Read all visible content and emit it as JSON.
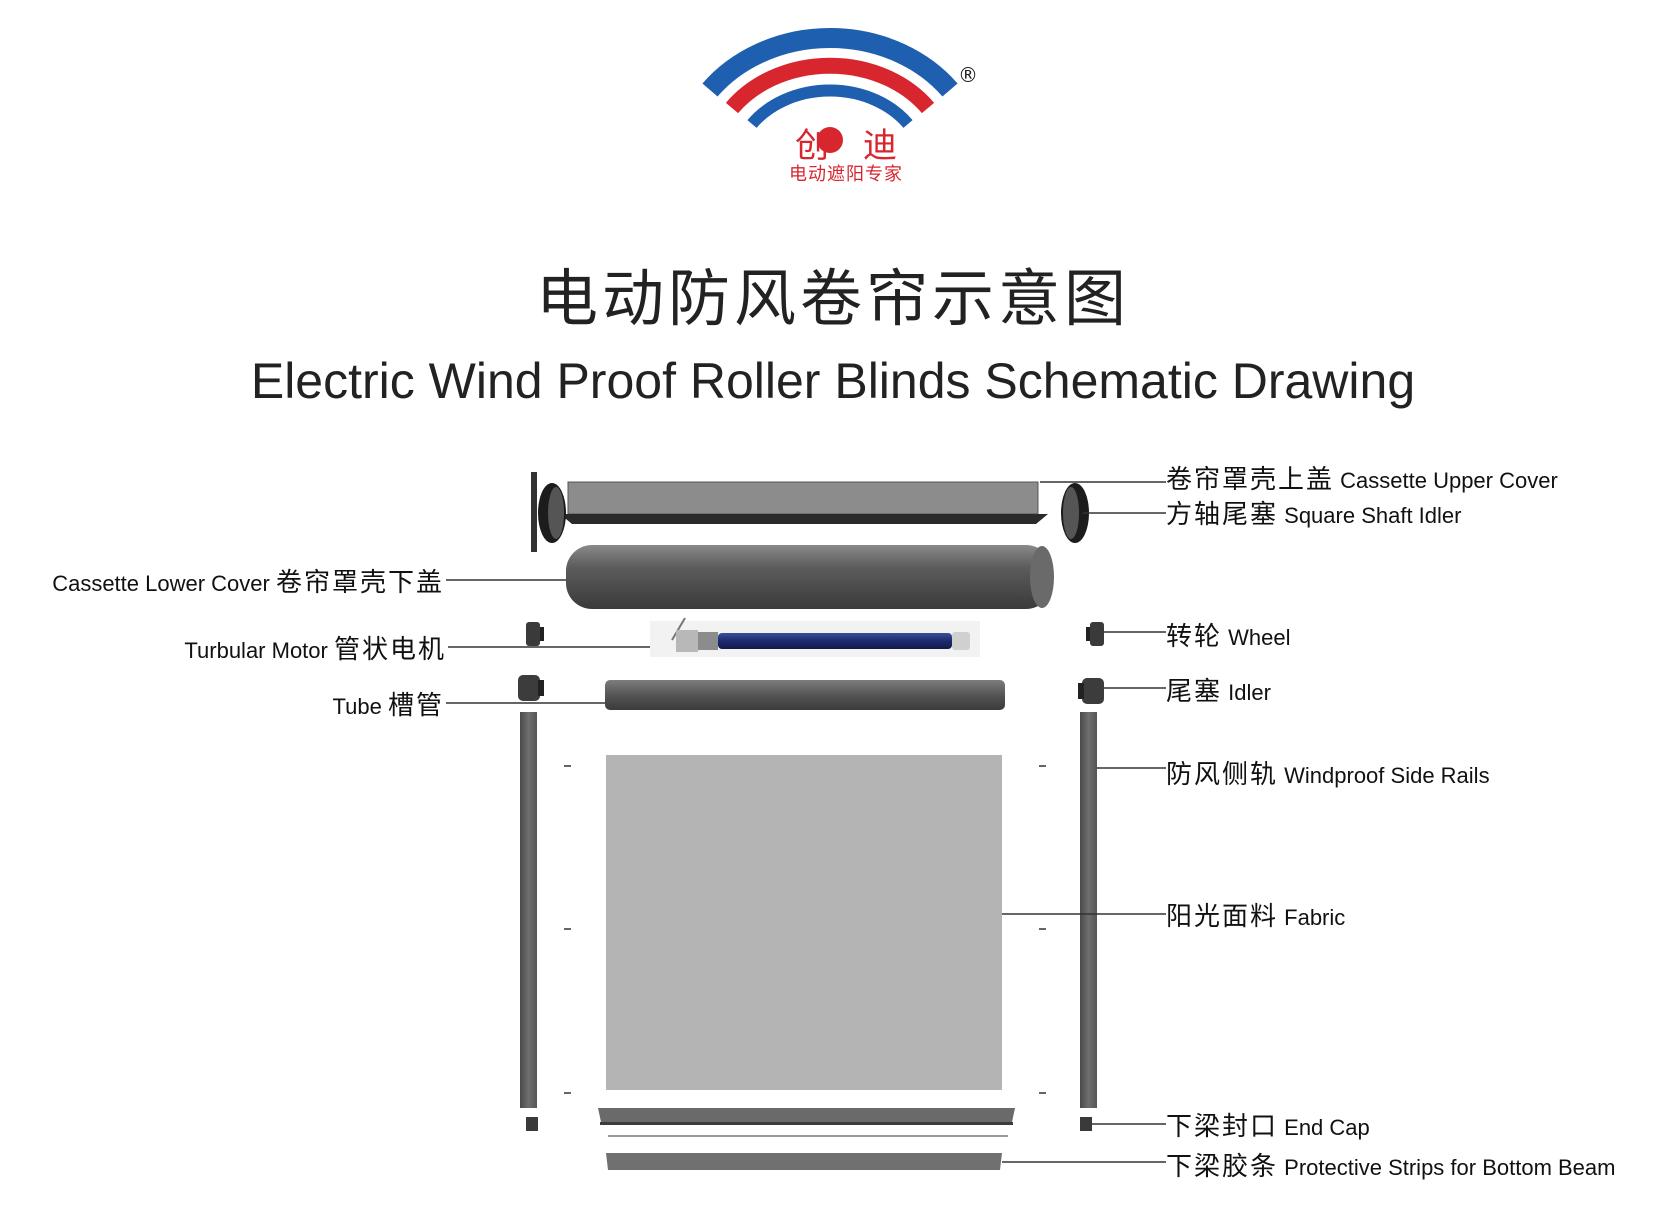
{
  "logo": {
    "chars_left": "创",
    "chars_right": "迪",
    "registered": "®",
    "tagline": "电动遮阳专家",
    "colors": {
      "blue": "#1e5fb0",
      "red": "#d8262e"
    }
  },
  "title": {
    "zh": "电动防风卷帘示意图",
    "en": "Electric Wind Proof Roller Blinds Schematic Drawing"
  },
  "labels": {
    "cassette_upper_cover": {
      "zh": "卷帘罩壳上盖",
      "en": "Cassette Upper Cover"
    },
    "square_shaft_idler": {
      "zh": "方轴尾塞",
      "en": "Square Shaft Idler"
    },
    "cassette_lower_cover": {
      "zh": "卷帘罩壳下盖",
      "en": "Cassette Lower Cover"
    },
    "turbular_motor": {
      "zh": "管状电机",
      "en": "Turbular Motor"
    },
    "tube": {
      "zh": "槽管",
      "en": "Tube"
    },
    "wheel": {
      "zh": "转轮",
      "en": "Wheel"
    },
    "idler": {
      "zh": "尾塞",
      "en": "Idler"
    },
    "side_rails": {
      "zh": "防风侧轨",
      "en": "Windproof Side Rails"
    },
    "fabric": {
      "zh": "阳光面料",
      "en": "Fabric"
    },
    "end_cap": {
      "zh": "下梁封口",
      "en": "End Cap"
    },
    "protective_strips": {
      "zh": "下梁胶条",
      "en": "Protective Strips for Bottom Beam"
    }
  }
}
